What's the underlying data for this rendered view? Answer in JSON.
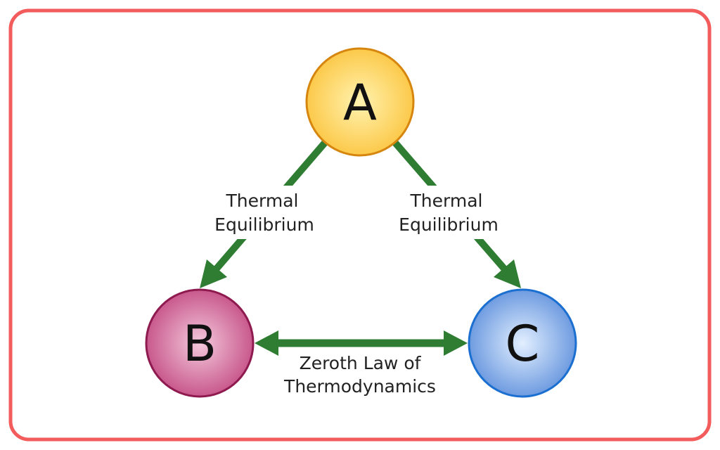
{
  "diagram": {
    "type": "triangle-flow",
    "frame_color": "#f25c5c",
    "arrow_color": "#2e7d32",
    "nodes": {
      "a": {
        "label": "A",
        "fill_light": "#fff3b0",
        "fill_dark": "#fcc94a",
        "stroke": "#d6860e"
      },
      "b": {
        "label": "B",
        "fill_light": "#f4c9dc",
        "fill_dark": "#c8588c",
        "stroke": "#8e1a4f"
      },
      "c": {
        "label": "C",
        "fill_light": "#e2efff",
        "fill_dark": "#6e9be0",
        "stroke": "#1b6fd0"
      }
    },
    "edges": {
      "a_to_b": {
        "line1": "Thermal",
        "line2": "Equilibrium"
      },
      "a_to_c": {
        "line1": "Thermal",
        "line2": "Equilibrium"
      },
      "b_c": {
        "line1": "Zeroth Law of",
        "line2": "Thermodynamics"
      }
    }
  }
}
